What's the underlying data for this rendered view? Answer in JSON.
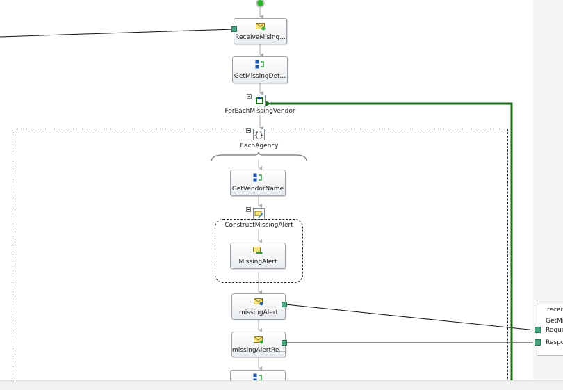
{
  "shapes": {
    "receive_missing": "ReceiveMising...",
    "get_missing_details": "GetMissingDet...",
    "for_each_missing_vendor": "ForEachMissingVendor",
    "each_agency": "EachAgency",
    "get_vendor_name": "GetVendorName",
    "construct_missing_alert": "ConstructMissingAlert",
    "missing_alert_transform": "MissingAlert",
    "missing_alert_send": "missingAlert",
    "missing_alert_response": "missingAlertRe..."
  },
  "port_panel": {
    "title": "receiv",
    "sub": "GetMi",
    "request": "Reques",
    "response": "Respo"
  },
  "colors": {
    "loop_arrow": "#1b6e1b",
    "port": "#4aa67e",
    "connector": "#111111",
    "flow_arrow": "#a8a8a8",
    "start_node": "#2fb52f"
  },
  "icons": {
    "receive": "envelope-receive-icon",
    "expression": "expression-icon",
    "loop": "loop-icon",
    "scope": "scope-braces-icon",
    "construct": "construct-message-icon",
    "transform": "transform-icon",
    "send": "envelope-send-icon"
  }
}
